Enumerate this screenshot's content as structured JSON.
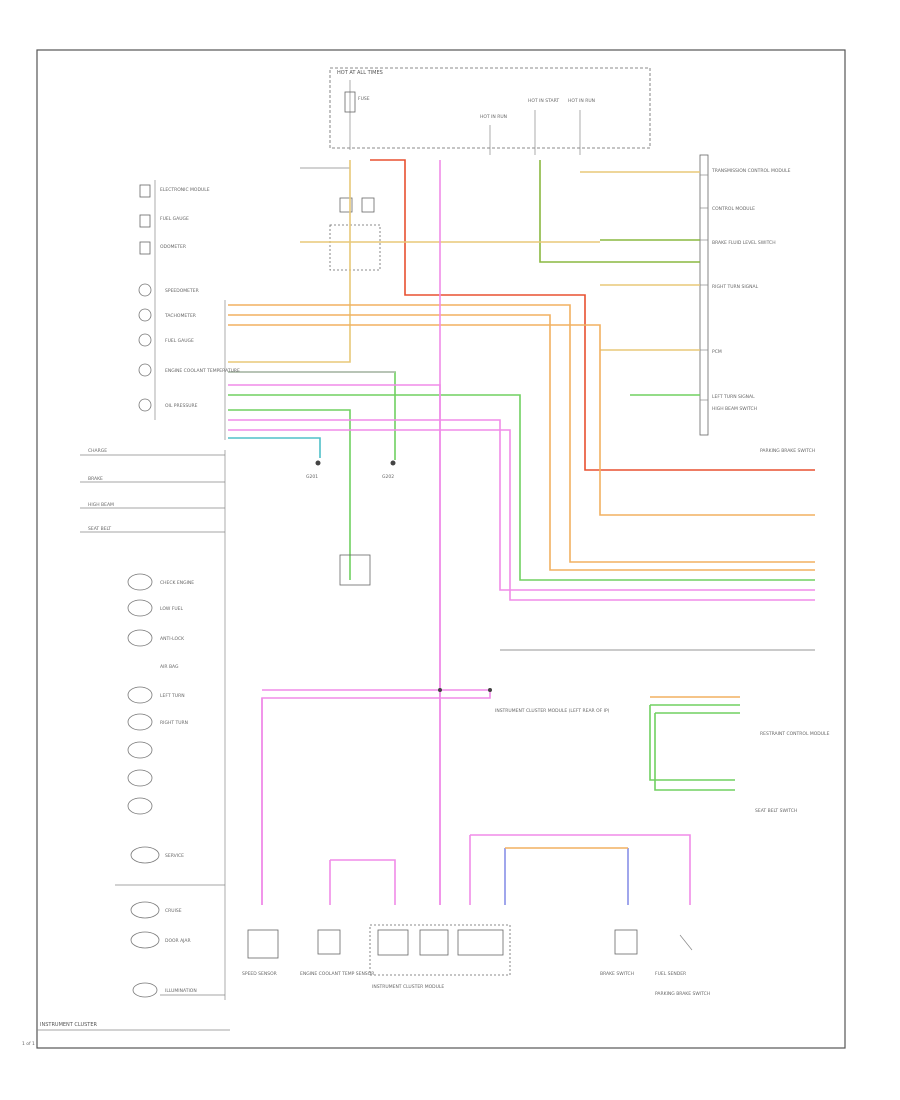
{
  "diagram": {
    "footer_left": "INSTRUMENT CLUSTER",
    "corner_label": "1 of 1",
    "power_source_top": "HOT AT ALL TIMES",
    "fuse_label": "FUSE",
    "hot_in_run_labels": [
      "HOT IN RUN",
      "HOT IN START",
      "HOT IN RUN"
    ],
    "right_labels": [
      "TRANSMISSION CONTROL MODULE",
      "CONTROL MODULE",
      "BRAKE FLUID LEVEL SWITCH",
      "RIGHT TURN SIGNAL",
      "PCM",
      "LEFT TURN SIGNAL",
      "HIGH BEAM SWITCH",
      "PARKING BRAKE SWITCH",
      "RESTRAINT CONTROL MODULE",
      "SEAT BELT SWITCH"
    ],
    "left_indicators": [
      "ELECTRONIC MODULE",
      "FUEL GAUGE",
      "ODOMETER",
      "SPEEDOMETER",
      "TACHOMETER",
      "FUEL GAUGE",
      "ENGINE COOLANT TEMPERATURE",
      "OIL PRESSURE",
      "CHARGE",
      "BRAKE",
      "HIGH BEAM",
      "SEAT BELT",
      "CHECK ENGINE",
      "LOW FUEL",
      "ANTI-LOCK",
      "AIR BAG",
      "LEFT TURN",
      "RIGHT TURN",
      "SERVICE",
      "CRUISE",
      "DOOR AJAR",
      "ILLUMINATION"
    ],
    "bottom_components": [
      "SPEED SENSOR",
      "ENGINE COOLANT TEMP SENSOR",
      "INSTRUMENT CLUSTER MODULE",
      "BRAKE SWITCH",
      "FUEL SENDER",
      "PARKING BRAKE SWITCH"
    ],
    "ground_labels": [
      "G201",
      "G202"
    ],
    "center_caption": "INSTRUMENT CLUSTER MODULE (LEFT REAR OF IP)",
    "colors": {
      "pink": "#f08ce8",
      "orange": "#f2b060",
      "tan": "#e8c878",
      "red": "#e85030",
      "green": "#70d060",
      "olive": "#8ab840",
      "blue": "#8890e8",
      "teal": "#50c0c8"
    }
  }
}
